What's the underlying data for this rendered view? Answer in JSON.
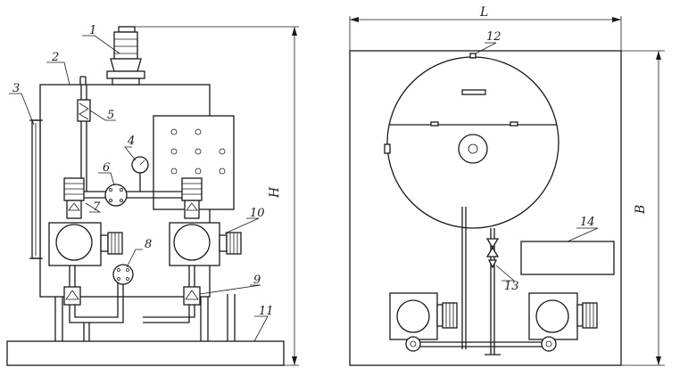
{
  "left_view": {
    "callouts": [
      "1",
      "2",
      "3",
      "4",
      "5",
      "6",
      "7",
      "8",
      "9",
      "10",
      "11"
    ],
    "dimension_height": "H"
  },
  "right_view": {
    "callouts": [
      "12",
      "13",
      "14"
    ],
    "dimension_length": "L",
    "dimension_width": "B"
  }
}
